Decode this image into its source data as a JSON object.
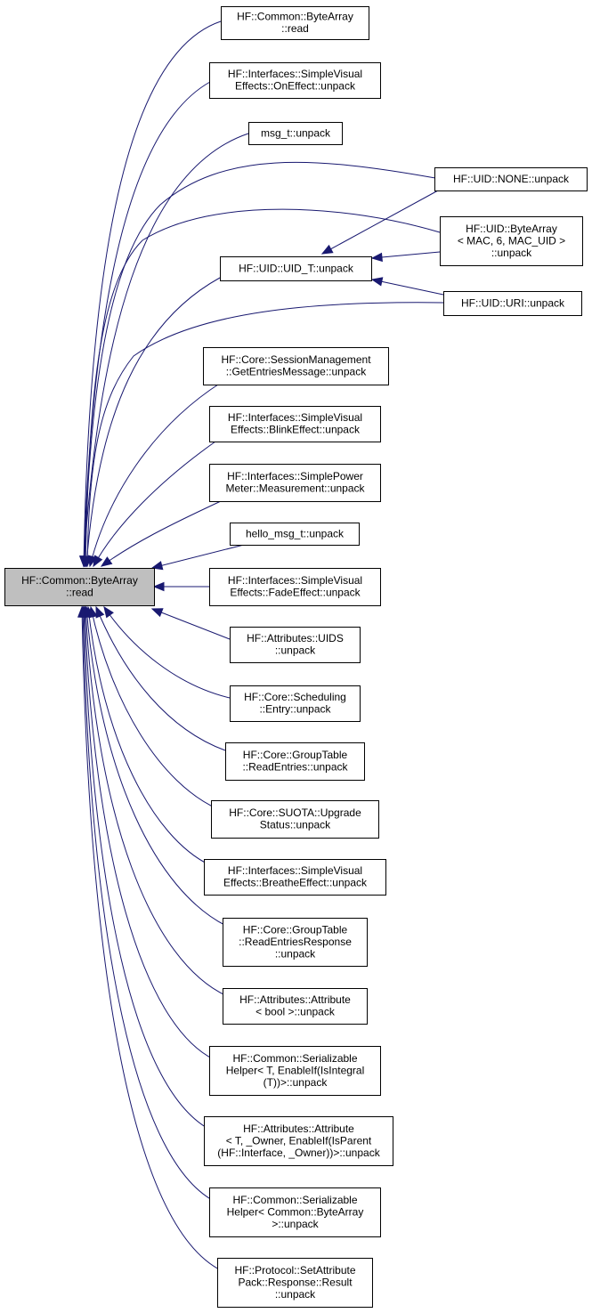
{
  "colors": {
    "edge": "#191970",
    "node_fill": "#ffffff",
    "focus_fill": "#bfbfbf",
    "border": "#000000"
  },
  "nodes": [
    {
      "id": "focus",
      "lines": [
        "HF::Common::ByteArray",
        "::read"
      ],
      "focus": true
    },
    {
      "id": "bytearray-read-caller",
      "lines": [
        "HF::Common::ByteArray",
        "::read"
      ]
    },
    {
      "id": "onefect",
      "lines": [
        "HF::Interfaces::SimpleVisual",
        "Effects::OnEffect::unpack"
      ]
    },
    {
      "id": "msg-t",
      "lines": [
        "msg_t::unpack"
      ]
    },
    {
      "id": "uid-none",
      "lines": [
        "HF::UID::NONE::unpack"
      ]
    },
    {
      "id": "uid-bytearray",
      "lines": [
        "HF::UID::ByteArray",
        "< MAC, 6, MAC_UID >",
        "::unpack"
      ]
    },
    {
      "id": "uid-t",
      "lines": [
        "HF::UID::UID_T::unpack"
      ]
    },
    {
      "id": "uid-uri",
      "lines": [
        "HF::UID::URI::unpack"
      ]
    },
    {
      "id": "session-mgmt",
      "lines": [
        "HF::Core::SessionManagement",
        "::GetEntriesMessage::unpack"
      ]
    },
    {
      "id": "blink",
      "lines": [
        "HF::Interfaces::SimpleVisual",
        "Effects::BlinkEffect::unpack"
      ]
    },
    {
      "id": "power-meter",
      "lines": [
        "HF::Interfaces::SimplePower",
        "Meter::Measurement::unpack"
      ]
    },
    {
      "id": "hello-msg",
      "lines": [
        "hello_msg_t::unpack"
      ]
    },
    {
      "id": "fade",
      "lines": [
        "HF::Interfaces::SimpleVisual",
        "Effects::FadeEffect::unpack"
      ]
    },
    {
      "id": "uids",
      "lines": [
        "HF::Attributes::UIDS",
        "::unpack"
      ]
    },
    {
      "id": "scheduling",
      "lines": [
        "HF::Core::Scheduling",
        "::Entry::unpack"
      ]
    },
    {
      "id": "grouptable-read",
      "lines": [
        "HF::Core::GroupTable",
        "::ReadEntries::unpack"
      ]
    },
    {
      "id": "suota",
      "lines": [
        "HF::Core::SUOTA::Upgrade",
        "Status::unpack"
      ]
    },
    {
      "id": "breathe",
      "lines": [
        "HF::Interfaces::SimpleVisual",
        "Effects::BreatheEffect::unpack"
      ]
    },
    {
      "id": "grouptable-resp",
      "lines": [
        "HF::Core::GroupTable",
        "::ReadEntriesResponse",
        "::unpack"
      ]
    },
    {
      "id": "attr-bool",
      "lines": [
        "HF::Attributes::Attribute",
        "< bool >::unpack"
      ]
    },
    {
      "id": "serial-integral",
      "lines": [
        "HF::Common::Serializable",
        "Helper< T, EnableIf(IsIntegral",
        "(T))>::unpack"
      ]
    },
    {
      "id": "attr-owner",
      "lines": [
        "HF::Attributes::Attribute",
        "< T, _Owner, EnableIf(IsParent",
        "(HF::Interface, _Owner))>::unpack"
      ]
    },
    {
      "id": "serial-bytearray",
      "lines": [
        "HF::Common::Serializable",
        "Helper< Common::ByteArray",
        ">::unpack"
      ]
    },
    {
      "id": "setattr",
      "lines": [
        "HF::Protocol::SetAttribute",
        "Pack::Response::Result",
        "::unpack"
      ]
    }
  ],
  "edges": [
    {
      "from": "bytearray-read-caller",
      "to": "focus"
    },
    {
      "from": "onefect",
      "to": "focus"
    },
    {
      "from": "msg-t",
      "to": "focus"
    },
    {
      "from": "uid-none",
      "to": "focus"
    },
    {
      "from": "uid-bytearray",
      "to": "focus"
    },
    {
      "from": "uid-t",
      "to": "focus"
    },
    {
      "from": "uid-uri",
      "to": "focus"
    },
    {
      "from": "session-mgmt",
      "to": "focus"
    },
    {
      "from": "blink",
      "to": "focus"
    },
    {
      "from": "power-meter",
      "to": "focus"
    },
    {
      "from": "hello-msg",
      "to": "focus"
    },
    {
      "from": "fade",
      "to": "focus"
    },
    {
      "from": "uids",
      "to": "focus"
    },
    {
      "from": "scheduling",
      "to": "focus"
    },
    {
      "from": "grouptable-read",
      "to": "focus"
    },
    {
      "from": "suota",
      "to": "focus"
    },
    {
      "from": "breathe",
      "to": "focus"
    },
    {
      "from": "grouptable-resp",
      "to": "focus"
    },
    {
      "from": "attr-bool",
      "to": "focus"
    },
    {
      "from": "serial-integral",
      "to": "focus"
    },
    {
      "from": "attr-owner",
      "to": "focus"
    },
    {
      "from": "serial-bytearray",
      "to": "focus"
    },
    {
      "from": "setattr",
      "to": "focus"
    },
    {
      "from": "uid-none",
      "to": "uid-t"
    },
    {
      "from": "uid-bytearray",
      "to": "uid-t"
    },
    {
      "from": "uid-uri",
      "to": "uid-t"
    }
  ]
}
